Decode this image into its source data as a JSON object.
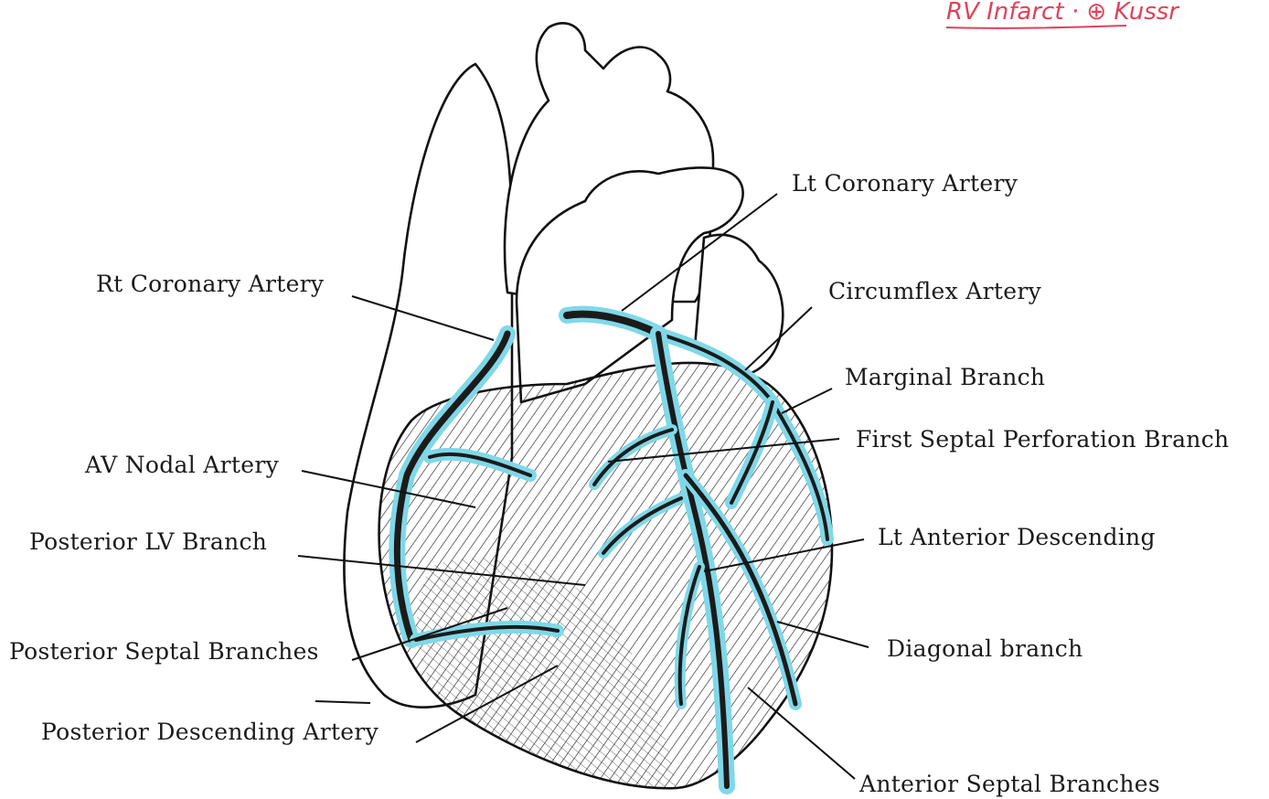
{
  "annotation": {
    "text": "RV Infarct · ⊕ Kussr",
    "color": "#e0425a"
  },
  "labels": {
    "lt_coronary_artery": "Lt Coronary Artery",
    "rt_coronary_artery": "Rt Coronary Artery",
    "circumflex_artery": "Circumflex Artery",
    "marginal_branch": "Marginal Branch",
    "first_septal_perforation_branch": "First Septal Perforation Branch",
    "av_nodal_artery": "AV Nodal Artery",
    "lt_anterior_descending": "Lt Anterior Descending",
    "posterior_lv_branch": "Posterior LV Branch",
    "diagonal_branch": "Diagonal branch",
    "posterior_septal_branches": "Posterior Septal Branches",
    "posterior_descending_artery": "Posterior Descending Artery",
    "anterior_septal_branches": "Anterior Septal Branches"
  },
  "colors": {
    "vessel_highlight": "#7fd8e8",
    "ink": "#111111",
    "background": "#ffffff"
  }
}
